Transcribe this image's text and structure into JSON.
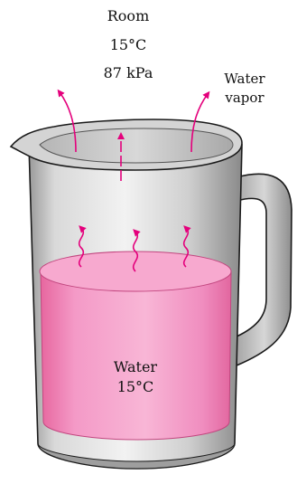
{
  "room": {
    "label": "Room",
    "temperature": "15°C",
    "pressure": "87 kPa"
  },
  "vapor": {
    "line1": "Water",
    "line2": "vapor"
  },
  "water": {
    "line1": "Water",
    "line2": "15°C"
  },
  "colors": {
    "water_fill": "#f49ac7",
    "water_dark": "#e0609f",
    "arrow": "#e4007c",
    "pitcher_light": "#e6e6e6",
    "pitcher_mid": "#bdbdbd",
    "pitcher_dark": "#8c8c8c",
    "outline": "#1a1a1a"
  }
}
